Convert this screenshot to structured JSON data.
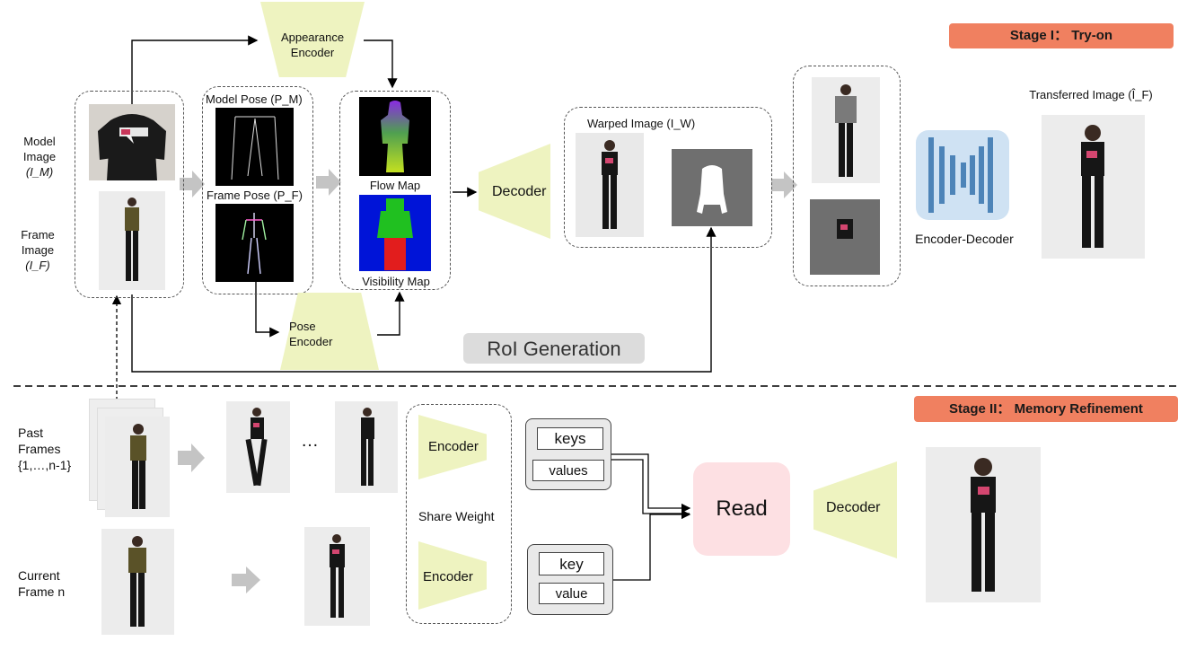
{
  "stage1": {
    "badge": "Stage I： Try-on"
  },
  "stage2": {
    "badge": "Stage II： Memory Refinement"
  },
  "inputs": {
    "model_image": [
      "Model",
      "Image",
      "(I_M)"
    ],
    "frame_image": [
      "Frame",
      "Image",
      "(I_F)"
    ]
  },
  "appearance_encoder": [
    "Appearance",
    "Encoder"
  ],
  "pose_encoder": [
    "Pose",
    "Encoder"
  ],
  "model_pose": "Model Pose (P_M)",
  "frame_pose": "Frame Pose (P_F)",
  "flow_map": "Flow Map",
  "visibility_map": "Visibility Map",
  "decoder1": "Decoder",
  "warped_image": "Warped Image (I_W)",
  "encoder_decoder": "Encoder-Decoder",
  "transferred_image": "Transferred Image (Î_F)",
  "roi_generation": "RoI Generation",
  "past_frames": [
    "Past",
    "Frames",
    "{1,…,n-1}"
  ],
  "current_frame": [
    "Current",
    "Frame n"
  ],
  "ellipsis": "…",
  "encoder_top": "Encoder",
  "encoder_bottom": "Encoder",
  "share_weight": "Share Weight",
  "memory_top": {
    "key": "keys",
    "value": "values"
  },
  "memory_bottom": {
    "key": "key",
    "value": "value"
  },
  "read": "Read",
  "decoder2": "Decoder",
  "colors": {
    "badge": "#f08060",
    "encoder_fill": "#eef3c0",
    "roi_fill": "#dcdcdc",
    "read_fill": "#fde0e3",
    "encdec_fill": "#cfe2f3",
    "encdec_bars": "#4d84b8",
    "arrow_grey": "#c4c4c4"
  }
}
